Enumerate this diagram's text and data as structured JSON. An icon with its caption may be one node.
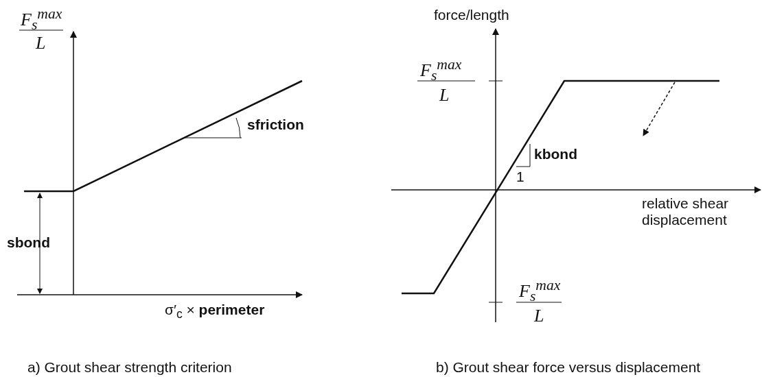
{
  "diagram": {
    "labels": [
      "*F*$_{s}$$^{max}$",
      "L",
      "sfriction",
      "sbond",
      "σ′$_{c}$ × **perimeter**",
      "force/length",
      "*F*$_{s}$$^{max}$",
      "L",
      "kbond",
      "1",
      "relative shear displacement",
      "*F*$_{s}$$^{max}$",
      "L",
      "a) Grout shear strength criterion",
      "b) Grout shear force versus displacement"
    ]
  }
}
